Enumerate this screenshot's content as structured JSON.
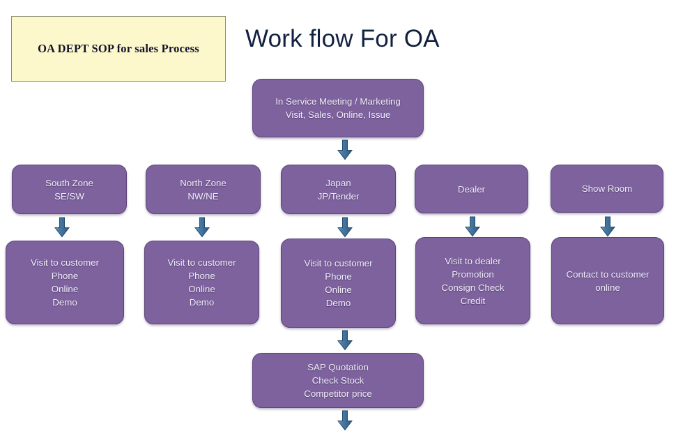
{
  "header": {
    "legend_label": "OA DEPT  SOP for sales Process",
    "title": "Work flow For OA"
  },
  "colors": {
    "node_fill": "#7d629e",
    "node_border": "#5c4579",
    "node_text": "#f2eef9",
    "legend_fill": "#fcf8cc",
    "legend_border": "#8f8f74",
    "title_text": "#12213f",
    "arrow_fill": "#3d6e96",
    "arrow_highlight": "#7ea6c4",
    "arrow_border": "#1f4a70",
    "background": "#ffffff"
  },
  "diagram": {
    "type": "flowchart",
    "orientation": "top-to-bottom",
    "nodes": [
      {
        "id": "start",
        "row": 1,
        "lines": [
          "In Service Meeting / Marketing",
          "Visit, Sales, Online, Issue"
        ]
      },
      {
        "id": "south-zone",
        "row": 2,
        "lines": [
          "South Zone",
          "SE/SW"
        ]
      },
      {
        "id": "north-zone",
        "row": 2,
        "lines": [
          "North Zone",
          "NW/NE"
        ]
      },
      {
        "id": "japan",
        "row": 2,
        "lines": [
          "Japan",
          "JP/Tender"
        ]
      },
      {
        "id": "dealer",
        "row": 2,
        "lines": [
          "Dealer"
        ]
      },
      {
        "id": "show-room",
        "row": 2,
        "lines": [
          "Show Room"
        ]
      },
      {
        "id": "south-actions",
        "row": 3,
        "lines": [
          "Visit  to customer",
          "Phone",
          "Online",
          "Demo"
        ]
      },
      {
        "id": "north-actions",
        "row": 3,
        "lines": [
          "Visit  to customer",
          "Phone",
          "Online",
          "Demo"
        ]
      },
      {
        "id": "japan-actions",
        "row": 3,
        "lines": [
          "Visit  to customer",
          "Phone",
          "Online",
          "Demo"
        ]
      },
      {
        "id": "dealer-actions",
        "row": 3,
        "lines": [
          "Visit to dealer",
          "Promotion",
          "Consign Check",
          "Credit"
        ]
      },
      {
        "id": "showroom-actions",
        "row": 3,
        "lines": [
          "Contact to customer",
          "online"
        ]
      },
      {
        "id": "sap",
        "row": 4,
        "lines": [
          "SAP Quotation",
          "Check Stock",
          "Competitor price"
        ]
      }
    ],
    "connectors": [
      {
        "id": "start-to-japan",
        "icon": "down-arrow-icon"
      },
      {
        "id": "south-zone-to-actions",
        "icon": "down-arrow-icon"
      },
      {
        "id": "north-zone-to-actions",
        "icon": "down-arrow-icon"
      },
      {
        "id": "japan-to-actions",
        "icon": "down-arrow-icon"
      },
      {
        "id": "dealer-to-actions",
        "icon": "down-arrow-icon"
      },
      {
        "id": "showroom-to-actions",
        "icon": "down-arrow-icon"
      },
      {
        "id": "japan-actions-to-sap",
        "icon": "down-arrow-icon"
      },
      {
        "id": "sap-to-next",
        "icon": "down-arrow-icon"
      }
    ]
  }
}
